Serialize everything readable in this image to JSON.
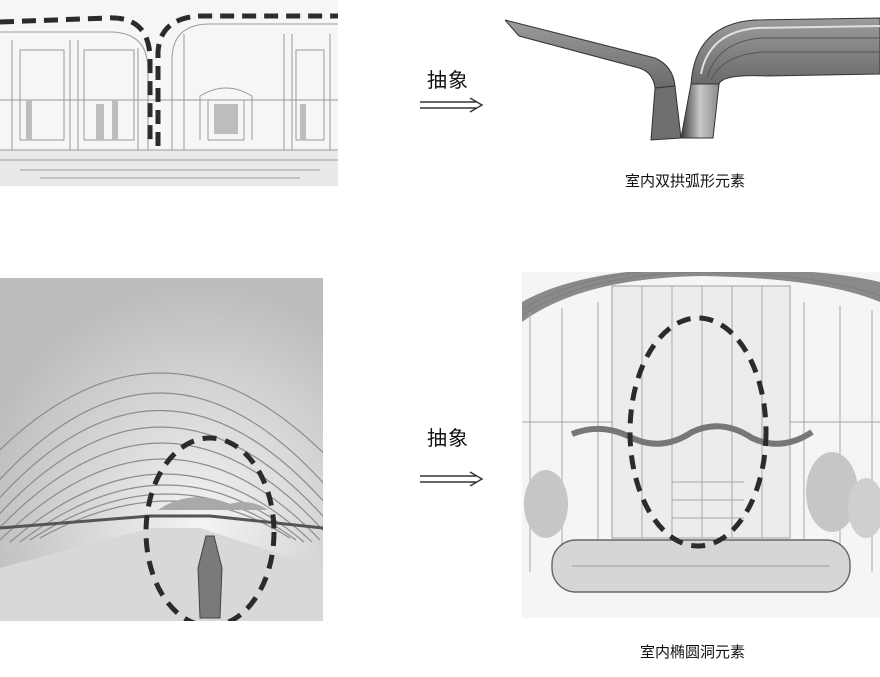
{
  "labels": {
    "abstract_top": "抽象",
    "abstract_bottom": "抽象",
    "caption_top": "室内双拱弧形元素",
    "caption_bottom": "室内椭圆洞元素"
  },
  "colors": {
    "dash": "#2b2b2b",
    "sketch_line": "#9a9a9a",
    "arrow": "#333333"
  },
  "icons": {
    "arrow": "double-line-right-arrow"
  }
}
